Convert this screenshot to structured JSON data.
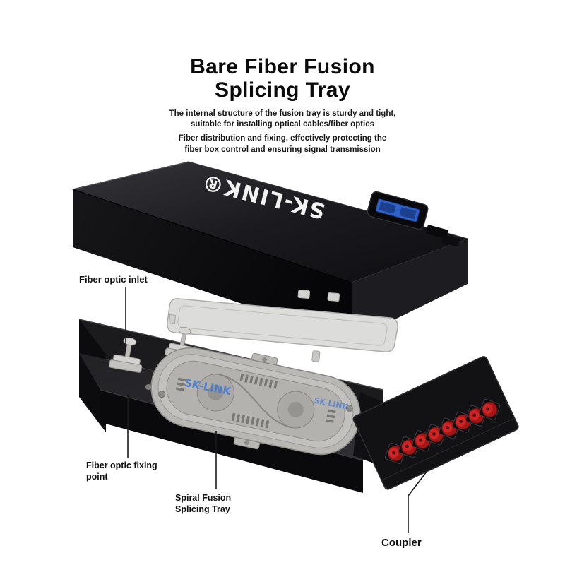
{
  "header": {
    "title": "Bare Fiber Fusion\nSplicing Tray",
    "paragraph1": "The internal structure of the fusion tray is sturdy and tight,\nsuitable for installing optical cables/fiber optics",
    "paragraph2": "Fiber distribution and fixing, effectively protecting the\nfiber box control and ensuring signal transmission"
  },
  "product": {
    "brand": "SK-LINK®",
    "watermark": "SK-LINK",
    "coupler_count": 8,
    "colors": {
      "cover_dark": "#141417",
      "tray_gray": "#b8b7b4",
      "coupler_cap": "#cf2525",
      "coupler_cap_dark": "#a21717",
      "coupler_dot": "#520c0c",
      "port_blue": "#2f62c9",
      "watermark_blue": "#3a77d8"
    }
  },
  "callouts": {
    "fiber_optic_inlet": "Fiber optic inlet",
    "fiber_fixing_point": "Fiber optic fixing\npoint",
    "spiral_tray": "Spiral Fusion\nSplicing Tray",
    "coupler": "Coupler"
  }
}
